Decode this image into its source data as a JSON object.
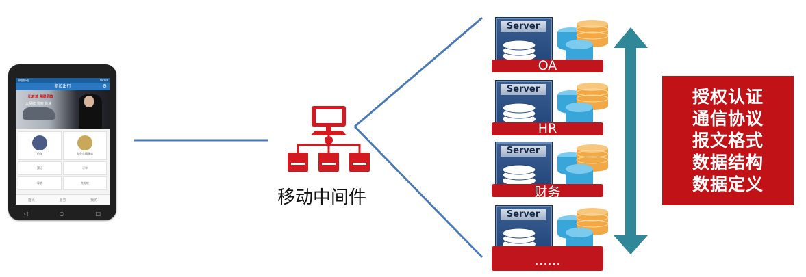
{
  "phone": {
    "app_title": "斯拉出行",
    "status_left": "中国移动",
    "status_right": "18:00",
    "banner_ad_line1": "比亚迪 明星同款",
    "banner_ad_line2": "大品牌 驾到 快速",
    "tiles": [
      "约车",
      "专业车辆服务",
      "预订",
      "订单",
      "导航",
      "充电桩"
    ],
    "nav": [
      "首页",
      "服务",
      "我的"
    ]
  },
  "middleware": {
    "label": "移动中间件"
  },
  "servers": [
    {
      "word": "Server",
      "label": "OA"
    },
    {
      "word": "Server",
      "label": "HR"
    },
    {
      "word": "Server",
      "label": "财务"
    },
    {
      "word": "Server",
      "label": "……"
    }
  ],
  "auth": {
    "lines": [
      "授权认证",
      "通信协议",
      "报文格式",
      "数据结构",
      "数据定义"
    ]
  },
  "colors": {
    "line_blue": "#4a7ab6",
    "red": "#c11217",
    "teal": "#2f8797",
    "server_blue": "#23467a",
    "disk_orange": "#f2a844",
    "disk_blue": "#38a6d8"
  }
}
